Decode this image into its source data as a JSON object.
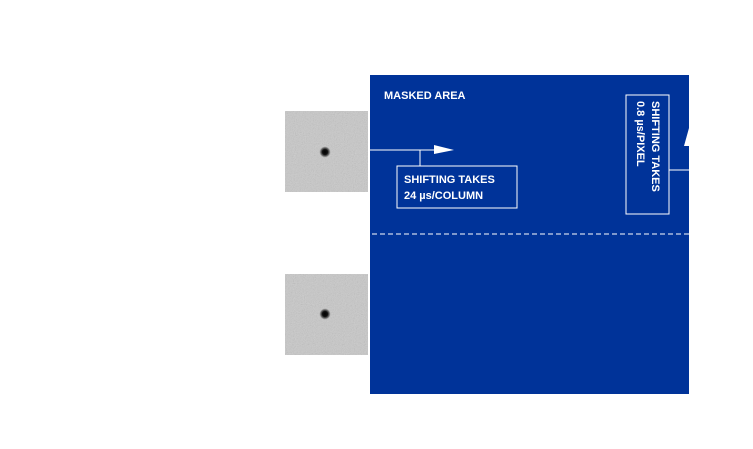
{
  "masked_area": {
    "label": "MASKED AREA",
    "fill_color": "#003399"
  },
  "callout_column": {
    "line1": "SHIFTING TAKES",
    "line2": "24 µs/COLUMN"
  },
  "callout_pixel": {
    "line1": "SHIFTING TAKES",
    "line2": "0.8 µs/PIXEL"
  },
  "colors": {
    "background": "#ffffff",
    "masked_area": "#003399",
    "lines": "#ffffff",
    "star_patch": "#c8c8c8"
  }
}
